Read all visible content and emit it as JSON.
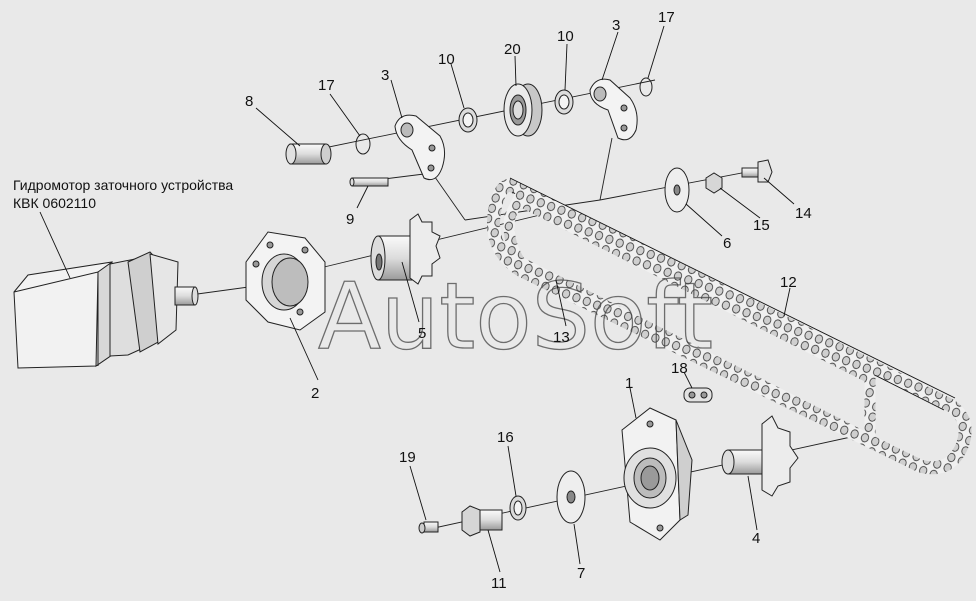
{
  "caption": {
    "line1": "Гидромотор заточного устройства",
    "line2": "КВК 0602110"
  },
  "watermark": "AutoSoft",
  "callouts": {
    "c1": "1",
    "c2": "2",
    "c3a": "3",
    "c3b": "3",
    "c4": "4",
    "c5": "5",
    "c6": "6",
    "c7": "7",
    "c8": "8",
    "c9": "9",
    "c10a": "10",
    "c10b": "10",
    "c11": "11",
    "c12": "12",
    "c13": "13",
    "c14": "14",
    "c15": "15",
    "c16": "16",
    "c17a": "17",
    "c17b": "17",
    "c18": "18",
    "c19": "19",
    "c20": "20"
  },
  "colors": {
    "background": "#e9e9e9",
    "part_fill": "#f4f4f4",
    "part_shade": "#cfcfcf",
    "line": "#222222"
  }
}
